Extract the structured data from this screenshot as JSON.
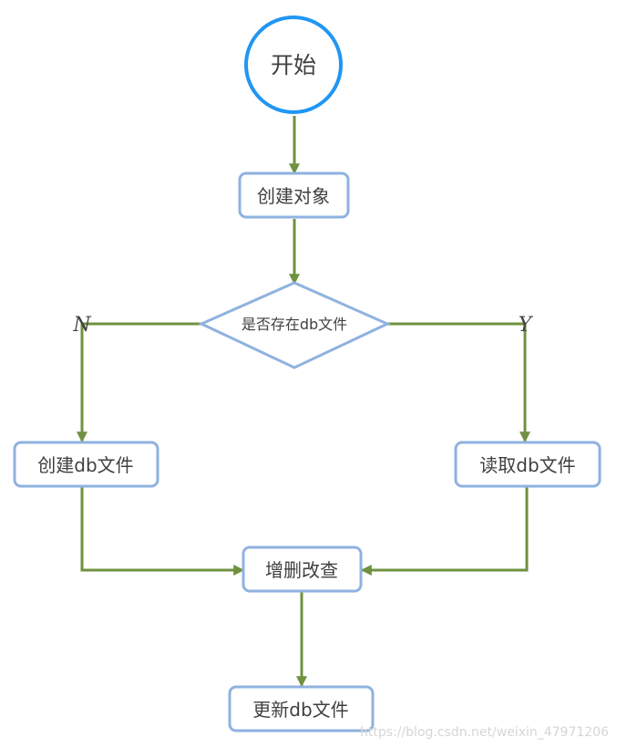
{
  "nodes": {
    "start": "开始",
    "create_object": "创建对象",
    "decision": "是否存在db文件",
    "create_db": "创建db文件",
    "read_db": "读取db文件",
    "crud": "增删改查",
    "update_db": "更新db文件"
  },
  "branches": {
    "no": "N",
    "yes": "Y"
  },
  "watermark": "https://blog.csdn.net/weixin_47971206",
  "colors": {
    "start_border": "#2196f3",
    "box_border": "#8fb2e0",
    "arrow": "#6f9140",
    "text": "#404040"
  }
}
